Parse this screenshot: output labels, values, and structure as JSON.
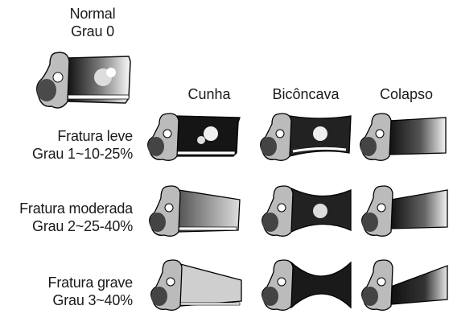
{
  "normal": {
    "line1": "Normal",
    "line2": "Grau 0"
  },
  "columns": [
    "Cunha",
    "Bicôncava",
    "Colapso"
  ],
  "rows": [
    {
      "line1": "Fratura leve",
      "line2": "Grau 1~10-25%"
    },
    {
      "line1": "Fratura moderada",
      "line2": "Grau 2~25-40%"
    },
    {
      "line1": "Fratura grave",
      "line2": "Grau 3~40%"
    }
  ]
}
